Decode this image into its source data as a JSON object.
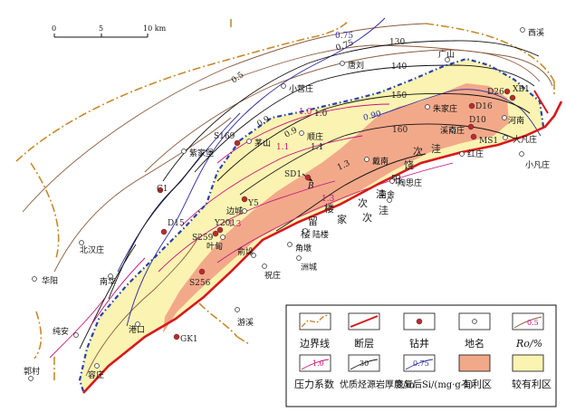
{
  "scale": {
    "ticks": [
      "0",
      "5",
      "10 km"
    ]
  },
  "region": {
    "characters": [
      "次",
      "洼",
      "饶",
      "阳",
      "次",
      "洼",
      "留",
      "楼",
      "家",
      "楼",
      "次",
      "洼"
    ]
  },
  "places": [
    {
      "name": "西溪"
    },
    {
      "name": "唐刘"
    },
    {
      "name": "小营庄"
    },
    {
      "name": "广山"
    },
    {
      "name": "朱家庄"
    },
    {
      "name": "河南"
    },
    {
      "name": "大凡庄"
    },
    {
      "name": "小凡庄"
    },
    {
      "name": "溪南庄"
    },
    {
      "name": "红庄"
    },
    {
      "name": "紫家堡"
    },
    {
      "name": "茅山"
    },
    {
      "name": "顺庄"
    },
    {
      "name": "戴南"
    },
    {
      "name": "陶思庄"
    },
    {
      "name": "南舍"
    },
    {
      "name": "边城"
    },
    {
      "name": "叶甸"
    },
    {
      "name": "陆楼"
    },
    {
      "name": "角墩"
    },
    {
      "name": "俞垛"
    },
    {
      "name": "祝庄"
    },
    {
      "name": "洲城"
    },
    {
      "name": "北汉庄"
    },
    {
      "name": "南华"
    },
    {
      "name": "华阳"
    },
    {
      "name": "纯安"
    },
    {
      "name": "港口"
    },
    {
      "name": "游溪"
    },
    {
      "name": "容庄"
    },
    {
      "name": "郭村"
    }
  ],
  "wells": [
    {
      "name": "D26"
    },
    {
      "name": "XB1"
    },
    {
      "name": "D16"
    },
    {
      "name": "D10"
    },
    {
      "name": "MS1"
    },
    {
      "name": "S169"
    },
    {
      "name": "C1"
    },
    {
      "name": "D15"
    },
    {
      "name": "Y5"
    },
    {
      "name": "Y201"
    },
    {
      "name": "S259"
    },
    {
      "name": "S256"
    },
    {
      "name": "GK1"
    },
    {
      "name": "SD1"
    }
  ],
  "contour_labels": {
    "ro": [
      "0.5",
      "0.75",
      "0.9",
      "0.9",
      "1.0",
      "1.1",
      "1.3"
    ],
    "thickness": [
      "130",
      "140",
      "150",
      "160"
    ],
    "pressure": [
      "1.0",
      "1.1",
      "1.3",
      "1.3"
    ],
    "sr": [
      "0.75",
      "0.90"
    ]
  },
  "section_label": "B",
  "legend": {
    "items": [
      {
        "label": "边界线"
      },
      {
        "label": "断层"
      },
      {
        "label": "钻井"
      },
      {
        "label": "地名"
      },
      {
        "label": "Ro/%"
      },
      {
        "label": "压力系数"
      },
      {
        "label": "优质烃源岩厚度/m"
      },
      {
        "label": "恢复后Si/(mg·g-1)"
      },
      {
        "label": "有利区"
      },
      {
        "label": "较有利区"
      }
    ],
    "samples": [
      "0.5",
      "1.0",
      "30",
      "0.75"
    ]
  },
  "colors": {
    "favorable": "#f2a98a",
    "less_favorable": "#fbf3b2",
    "fault": "#d7191c",
    "boundary": "#c78a2c",
    "well": "#c0282a",
    "pressure": "#c8127c",
    "ro": "#8b5a3c",
    "sr": "#2a2aa0",
    "thickness": "#111111"
  }
}
